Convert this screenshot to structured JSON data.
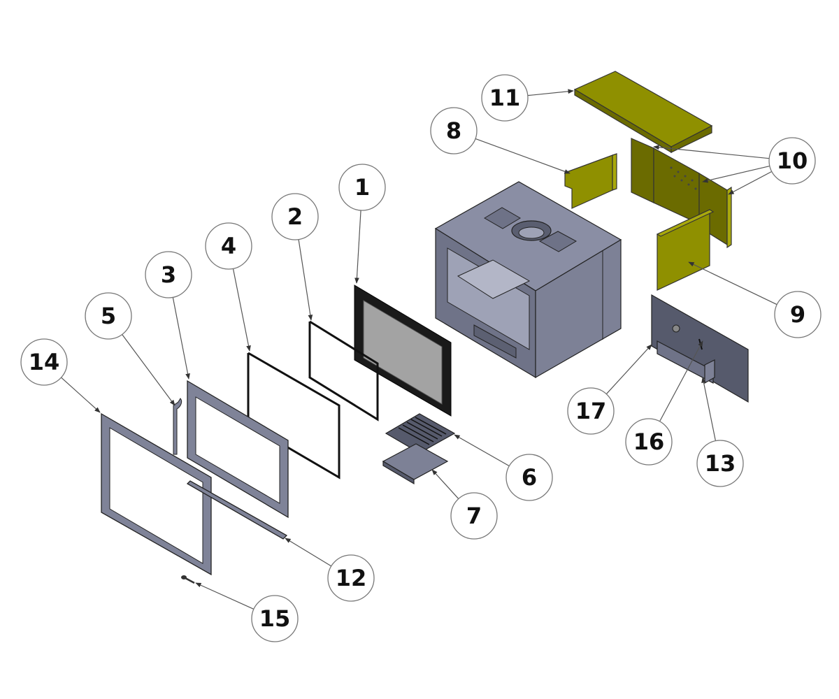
{
  "diagram": {
    "title": "Fireplace insert exploded parts view",
    "callouts": [
      {
        "id": "1",
        "label": "1",
        "part": "door-glass-panel"
      },
      {
        "id": "2",
        "label": "2",
        "part": "glass-gasket-inner"
      },
      {
        "id": "3",
        "label": "3",
        "part": "door-frame"
      },
      {
        "id": "4",
        "label": "4",
        "part": "glass-gasket-outer"
      },
      {
        "id": "5",
        "label": "5",
        "part": "door-handle"
      },
      {
        "id": "6",
        "label": "6",
        "part": "grate"
      },
      {
        "id": "7",
        "label": "7",
        "part": "ash-pan"
      },
      {
        "id": "8",
        "label": "8",
        "part": "left-firebrick"
      },
      {
        "id": "9",
        "label": "9",
        "part": "right-firebrick"
      },
      {
        "id": "10",
        "label": "10",
        "part": "rear-firebricks"
      },
      {
        "id": "11",
        "label": "11",
        "part": "top-baffle-brick"
      },
      {
        "id": "12",
        "label": "12",
        "part": "air-slide-bar"
      },
      {
        "id": "13",
        "label": "13",
        "part": "fan-connector"
      },
      {
        "id": "14",
        "label": "14",
        "part": "outer-trim-frame"
      },
      {
        "id": "15",
        "label": "15",
        "part": "screw"
      },
      {
        "id": "16",
        "label": "16",
        "part": "fan-bolt"
      },
      {
        "id": "17",
        "label": "17",
        "part": "fan-assembly-bracket"
      }
    ],
    "colors": {
      "steel": "#7d8196",
      "firebrick": "#8f9000",
      "glass": "#a3a3a3",
      "gasket": "#111111",
      "background": "#ffffff"
    }
  }
}
